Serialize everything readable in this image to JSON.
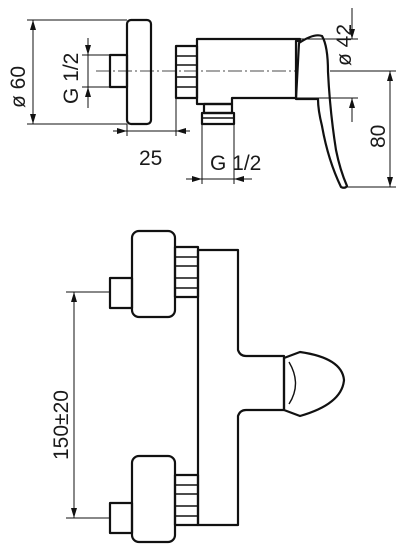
{
  "drawing": {
    "side_view": {
      "diameter_body": "ø 60",
      "thread_inlet": "G 1/2",
      "diameter_handle": "ø 42",
      "offset": "25",
      "thread_outlet": "G 1/2",
      "height": "80"
    },
    "front_view": {
      "inlet_spacing": "150±20"
    }
  }
}
